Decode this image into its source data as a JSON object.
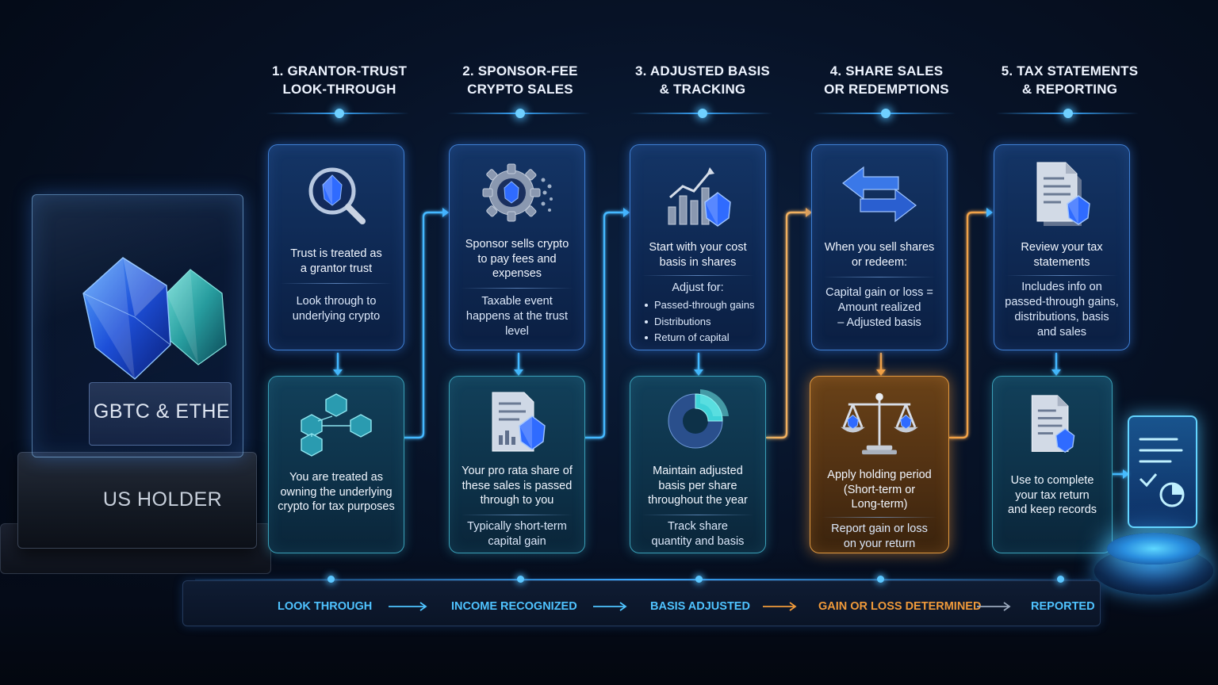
{
  "holder": {
    "product_label": "GBTC & ETHE",
    "holder_label": "US HOLDER"
  },
  "steps": [
    {
      "title_line1": "1. GRANTOR-TRUST",
      "title_line2": "LOOK-THROUGH",
      "top": {
        "main_lines": [
          "Trust is treated as",
          "a grantor trust"
        ],
        "sub_lines": [
          "Look through to",
          "underlying crypto"
        ]
      },
      "bottom": {
        "main_lines": [
          "You are treated as",
          "owning the underlying",
          "crypto for tax purposes"
        ]
      }
    },
    {
      "title_line1": "2. SPONSOR-FEE",
      "title_line2": "CRYPTO SALES",
      "top": {
        "main_lines": [
          "Sponsor sells crypto",
          "to pay fees and",
          "expenses"
        ],
        "sub_lines": [
          "Taxable event",
          "happens at the trust",
          "level"
        ]
      },
      "bottom": {
        "main_lines": [
          "Your pro rata share of",
          "these sales is passed",
          "through to you"
        ],
        "sub_lines": [
          "Typically short-term",
          "capital gain"
        ]
      }
    },
    {
      "title_line1": "3. ADJUSTED BASIS",
      "title_line2": "& TRACKING",
      "top": {
        "main_lines": [
          "Start with your cost",
          "basis in shares"
        ],
        "adjust_label": "Adjust for:",
        "bullets": [
          "Passed-through gains",
          "Distributions",
          "Return of capital"
        ]
      },
      "bottom": {
        "main_lines": [
          "Maintain adjusted",
          "basis per share",
          "throughout the year"
        ],
        "sub_lines": [
          "Track share",
          "quantity and basis"
        ]
      }
    },
    {
      "title_line1": "4. SHARE SALES",
      "title_line2": "OR REDEMPTIONS",
      "top": {
        "main_lines": [
          "When you sell shares",
          "or redeem:"
        ],
        "sub_lines": [
          "Capital gain or loss =",
          "Amount realized",
          "– Adjusted basis"
        ]
      },
      "bottom": {
        "main_lines": [
          "Apply holding period",
          "(Short-term or",
          "Long-term)"
        ],
        "sub_lines": [
          "Report gain or loss",
          "on your return"
        ]
      }
    },
    {
      "title_line1": "5. TAX STATEMENTS",
      "title_line2": "& REPORTING",
      "top": {
        "main_lines": [
          "Review your tax",
          "statements"
        ],
        "sub_lines": [
          "Includes info on",
          "passed-through gains,",
          "distributions, basis",
          "and sales"
        ]
      },
      "bottom": {
        "main_lines": [
          "Use to complete",
          "your tax return",
          "and keep records"
        ]
      }
    }
  ],
  "stages": [
    {
      "label": "LOOK THROUGH",
      "color": "#4fc3ff"
    },
    {
      "label": "INCOME RECOGNIZED",
      "color": "#4fc3ff"
    },
    {
      "label": "BASIS ADJUSTED",
      "color": "#4fc3ff"
    },
    {
      "label": "GAIN OR LOSS DETERMINED",
      "color": "#f09a3a"
    },
    {
      "label": "REPORTED",
      "color": "#4fc3ff"
    }
  ],
  "colors": {
    "accent_blue": "#3aa8ff",
    "accent_orange": "#e39a40",
    "card_top": "#143566",
    "card_bottom": "#12405a"
  },
  "icons": [
    "magnifier-crystal-icon",
    "gear-crystal-icon",
    "chart-crystal-icon",
    "exchange-arrows-icon",
    "document-crystal-icon",
    "network-cubes-icon",
    "report-crystal-icon",
    "pie-chart-icon",
    "scales-icon",
    "tax-form-icon"
  ]
}
